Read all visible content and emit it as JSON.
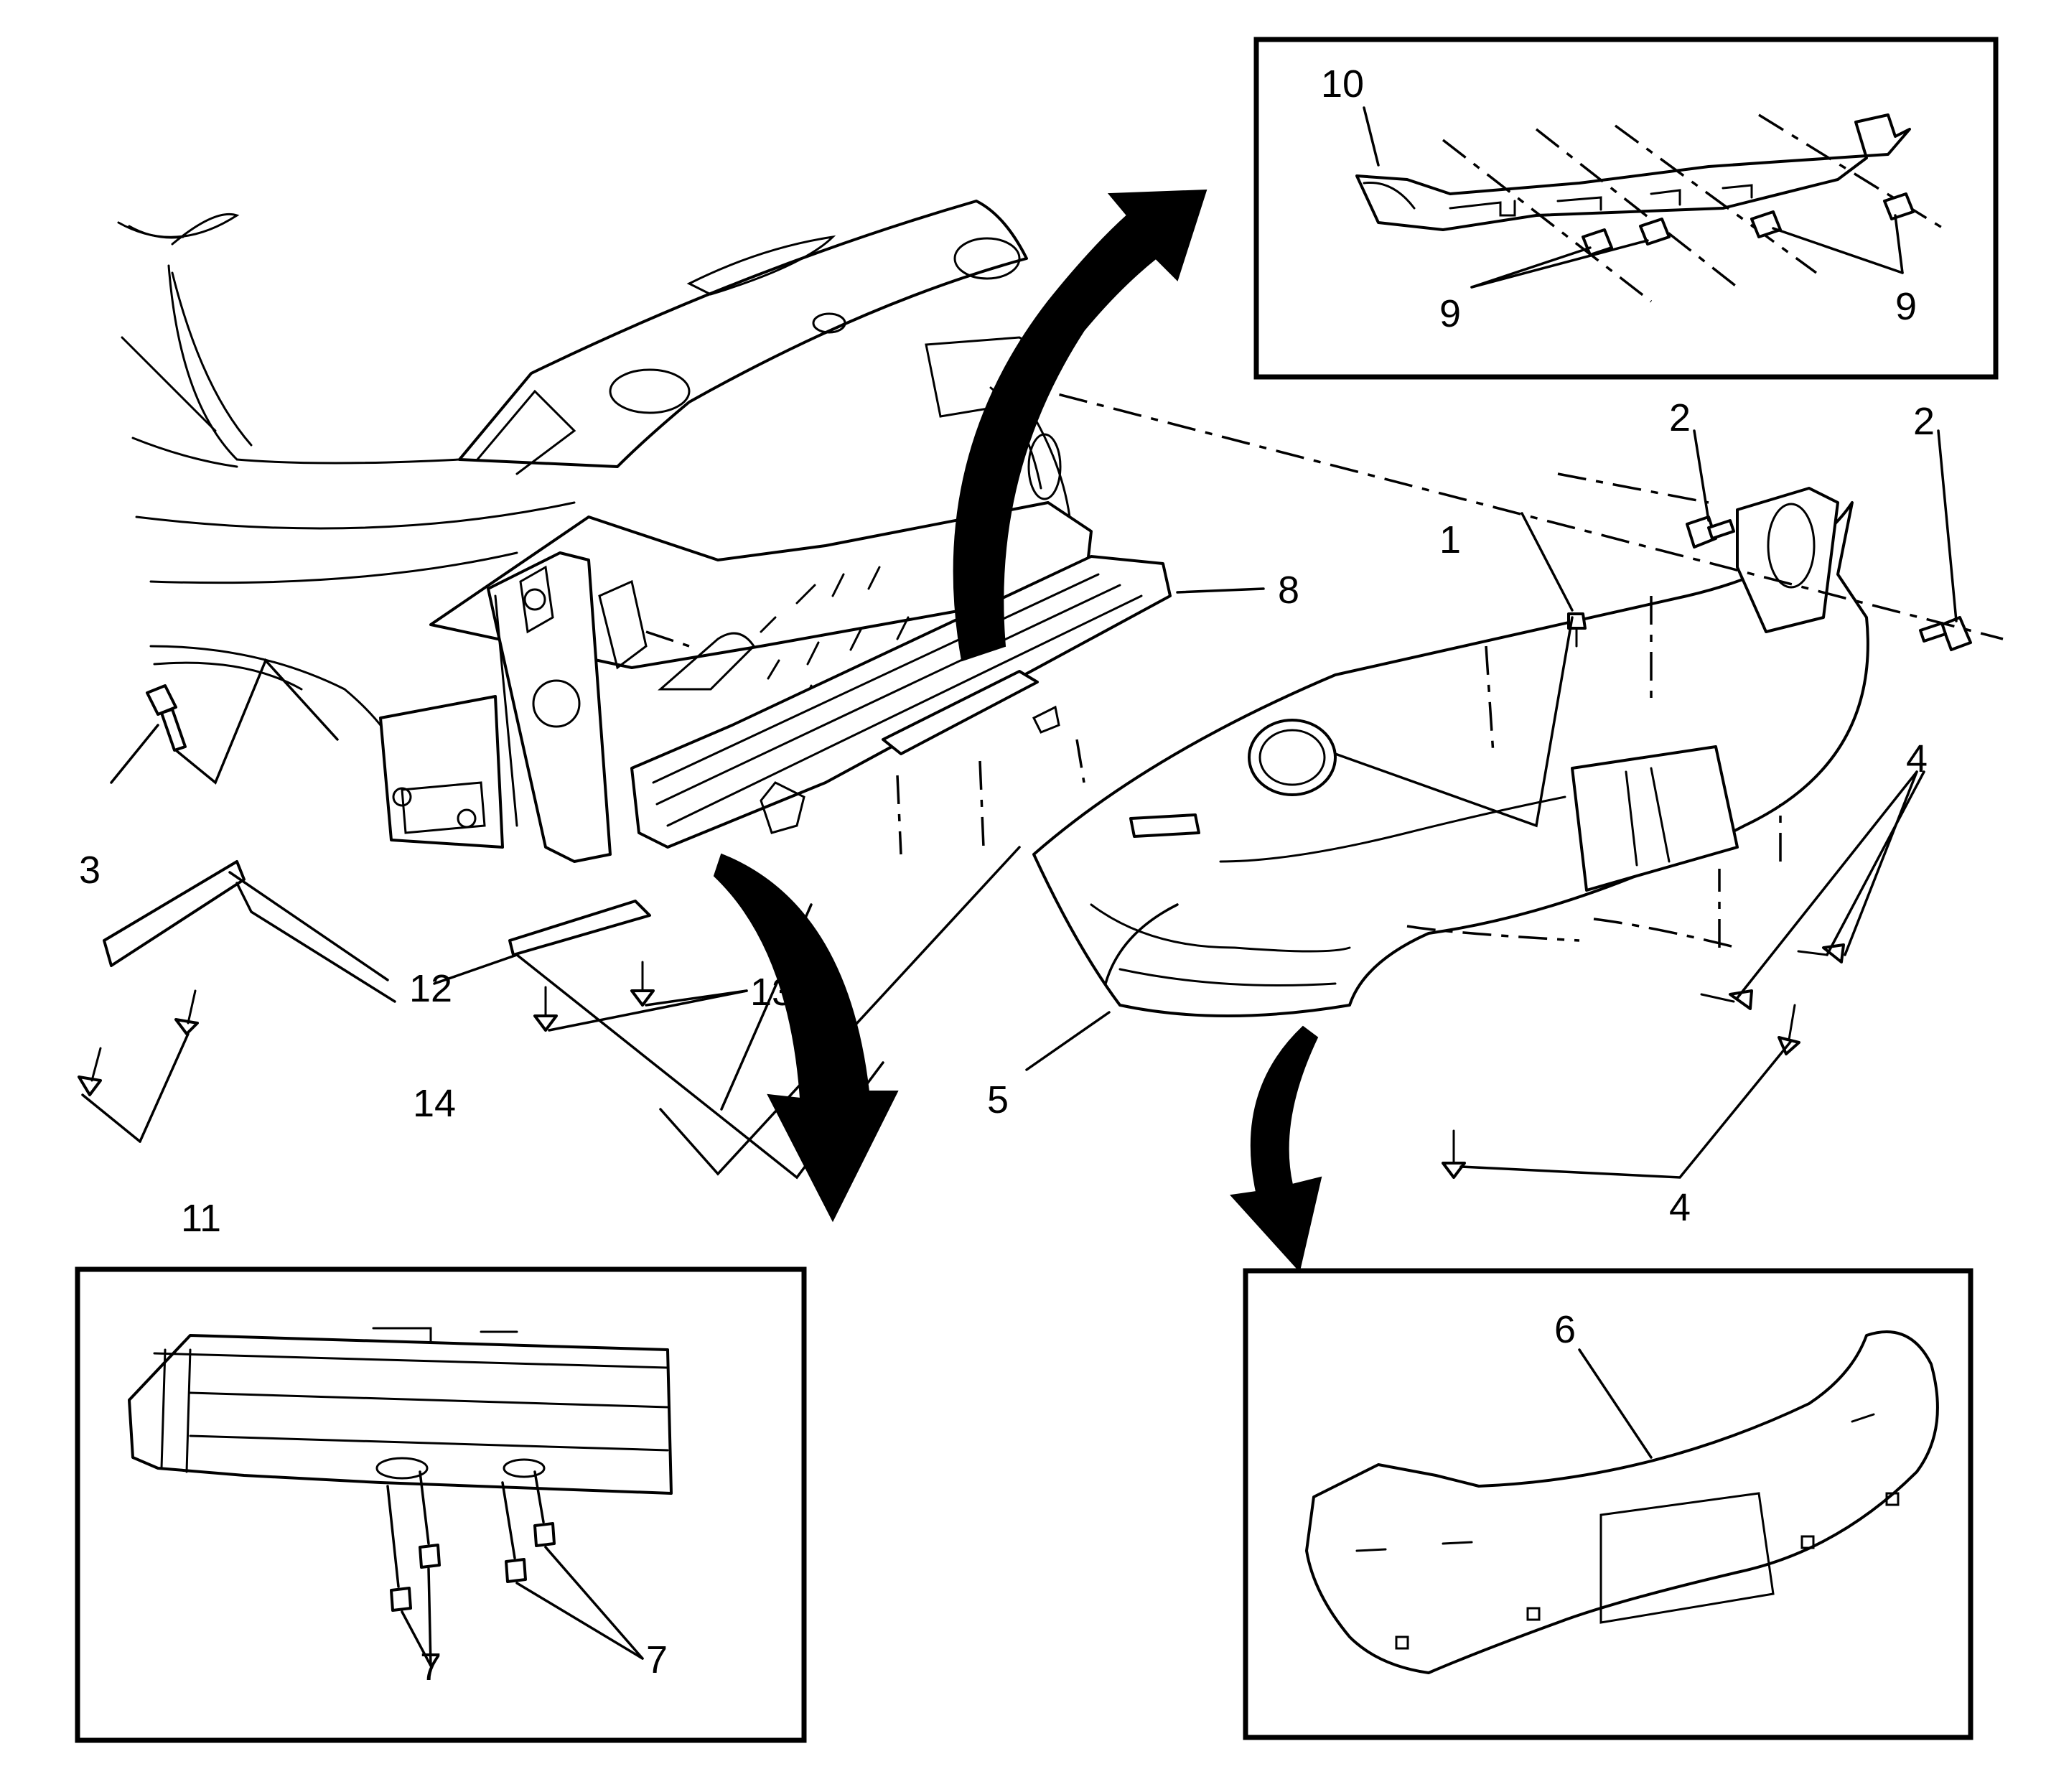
{
  "callouts": {
    "c1": "1",
    "c2a": "2",
    "c2b": "2",
    "c3": "3",
    "c4a": "4",
    "c4b": "4",
    "c5": "5",
    "c6": "6",
    "c7a": "7",
    "c7b": "7",
    "c8": "8",
    "c9a": "9",
    "c9b": "9",
    "c10": "10",
    "c11": "11",
    "c12": "12",
    "c13": "13",
    "c14": "14"
  }
}
